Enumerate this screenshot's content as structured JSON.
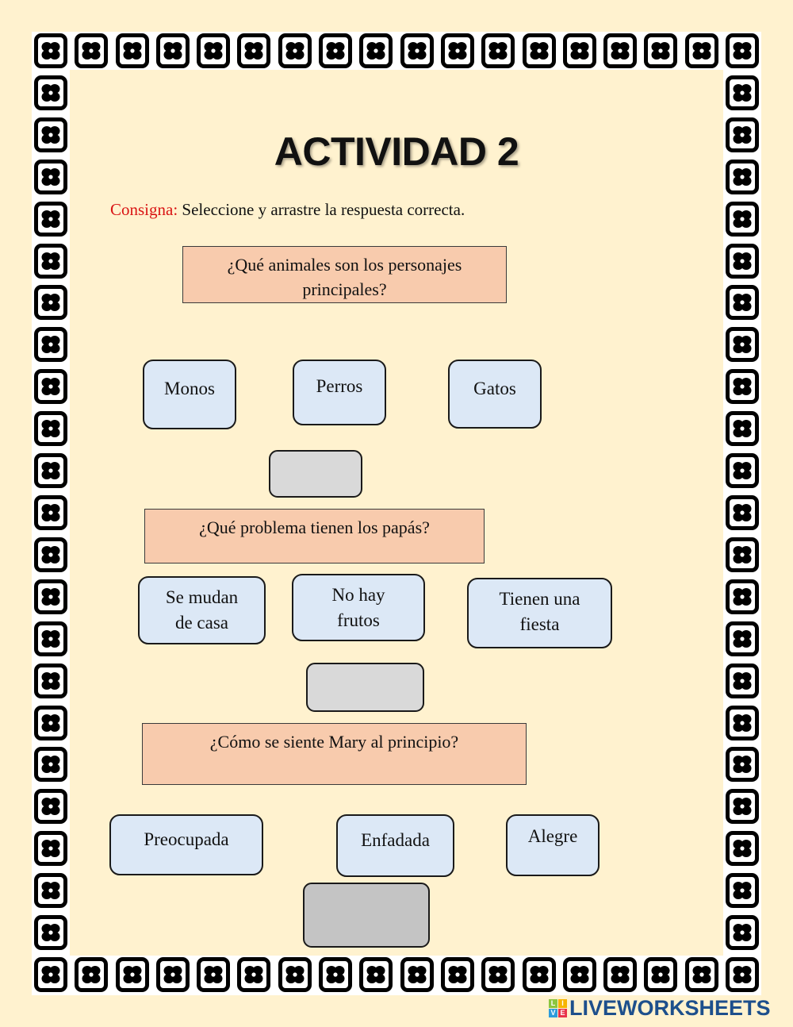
{
  "page": {
    "title": "ACTIVIDAD 2",
    "instruction_label": "Consigna:",
    "instruction_text": " Seleccione y arrastre la respuesta correcta.",
    "colors": {
      "background": "#fff2cf",
      "question_fill": "#f8cbad",
      "option_fill": "#dce8f6",
      "dropzone_fill": "#d9d9d9",
      "instruction_label": "#d91414"
    }
  },
  "questions": [
    {
      "text": "¿Qué animales son los personajes principales?",
      "options": [
        "Monos",
        "Perros",
        "Gatos"
      ],
      "answer_slot": ""
    },
    {
      "text": "¿Qué problema tienen los papás?",
      "options": [
        "Se mudan de casa",
        "No hay frutos",
        "Tienen una fiesta"
      ],
      "answer_slot": ""
    },
    {
      "text": "¿Cómo se siente Mary al principio?",
      "options": [
        "Preocupada",
        "Enfadada",
        "Alegre"
      ],
      "answer_slot": ""
    }
  ],
  "border": {
    "icon": "flower-tile-icon"
  },
  "footer": {
    "logo_blocks": [
      "L",
      "I",
      "V",
      "E"
    ],
    "logo_block_colors": [
      "#8cc63f",
      "#f7b500",
      "#2d9cdb",
      "#e8334a"
    ],
    "logo_text": "LIVEWORKSHEETS"
  }
}
